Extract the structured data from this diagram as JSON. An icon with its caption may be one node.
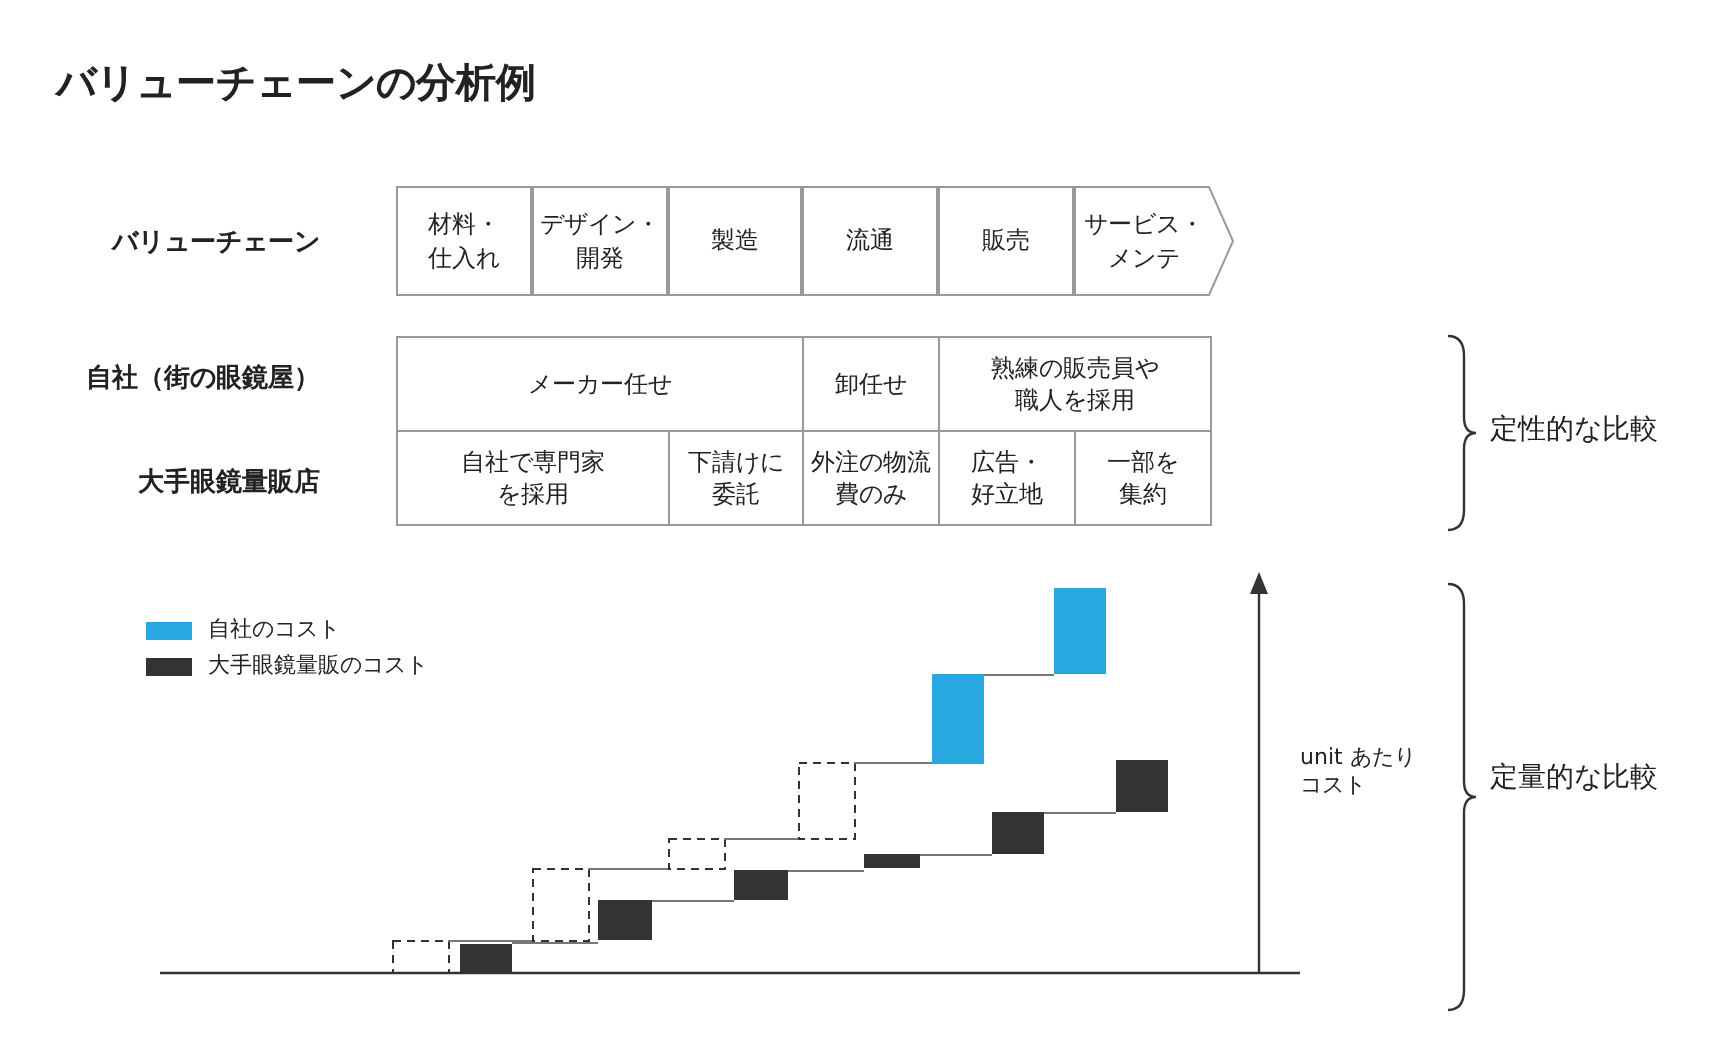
{
  "diagram": {
    "title": "バリューチェーンの分析例",
    "nodes": [
      {
        "text": [
          "材料・仕入れ"
        ]
      },
      {
        "text": [
          "デザイン・開発"
        ]
      },
      {
        "text": [
          "製造"
        ]
      },
      {
        "text": [
          "流通"
        ]
      },
      {
        "text": [
          "販売"
        ]
      },
      {
        "text": [
          "サービス・メンテ"
        ]
      }
    ],
    "labels": [
      "バリューチェーン",
      "自社（街の眼鏡屋）",
      "メーカー任せ",
      "卸任せ",
      "熟練の販売員や職人を採用",
      "定性的な比較",
      "大手眼鏡量販店",
      "自社で専門家を採用",
      "下請けに委託",
      "外注の物流費のみ",
      "広告・好立地",
      "一部を集約",
      "unit あたりコスト",
      "定量的な比較"
    ],
    "legend": [
      {
        "text": "自社のコスト",
        "color": "#29a8e0"
      },
      {
        "text": "大手眼鏡量販のコスト",
        "color": "#333333"
      }
    ]
  }
}
